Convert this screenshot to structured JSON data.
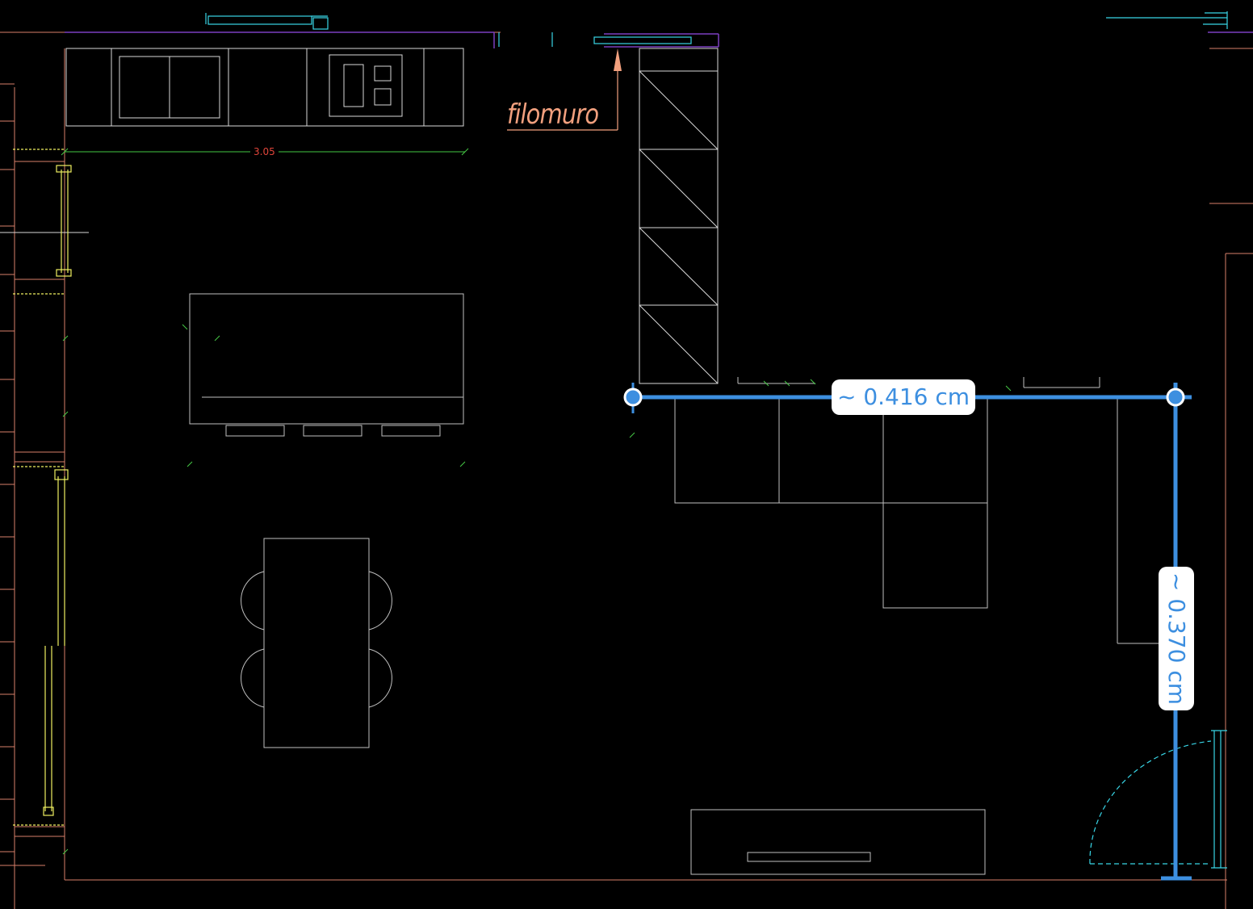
{
  "drawing": {
    "annotation_label": "filomuro",
    "dimension_label": "3.05"
  },
  "measurements": {
    "horizontal": {
      "label": "~ 0.416 cm"
    },
    "vertical": {
      "label": "~ 0.370 cm"
    }
  },
  "colors": {
    "background": "#000000",
    "furniture_lines": "#d9d9d9",
    "wall_lines": "#d9806a",
    "wall_top": "#7b3fbf",
    "window_cyan": "#38d5e6",
    "window_yellow": "#f0f060",
    "dimension_green": "#45c945",
    "measure_blue": "#3d8fe0",
    "annotation_salmon": "#f2a07e"
  }
}
